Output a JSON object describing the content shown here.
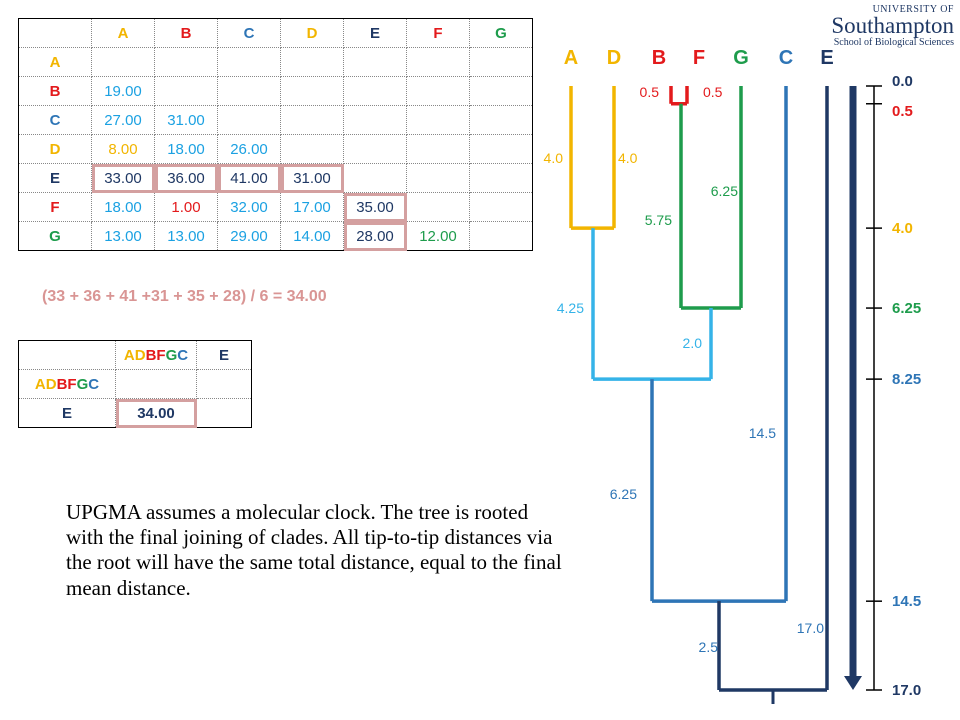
{
  "colors": {
    "A": "#f2b500",
    "B": "#e31a1c",
    "C": "#2e75b6",
    "D": "#f2b500",
    "E": "#1f3864",
    "F": "#e31a1c",
    "G": "#1e9c4c",
    "AD_branch": "#35b3e8",
    "mid_branch": "#2e75b6",
    "highlight": "#d4a0a0",
    "formula": "#d99594"
  },
  "matrix": {
    "headers": [
      "A",
      "B",
      "C",
      "D",
      "E",
      "F",
      "G"
    ],
    "rows": [
      {
        "label": "A",
        "cells": [
          "",
          "",
          "",
          "",
          "",
          "",
          ""
        ]
      },
      {
        "label": "B",
        "cells": [
          "19.00",
          "",
          "",
          "",
          "",
          "",
          ""
        ]
      },
      {
        "label": "C",
        "cells": [
          "27.00",
          "31.00",
          "",
          "",
          "",
          "",
          ""
        ]
      },
      {
        "label": "D",
        "cells": [
          "8.00",
          "18.00",
          "26.00",
          "",
          "",
          "",
          ""
        ]
      },
      {
        "label": "E",
        "cells": [
          "33.00",
          "36.00",
          "41.00",
          "31.00",
          "",
          "",
          ""
        ]
      },
      {
        "label": "F",
        "cells": [
          "18.00",
          "1.00",
          "32.00",
          "17.00",
          "35.00",
          "",
          ""
        ]
      },
      {
        "label": "G",
        "cells": [
          "13.00",
          "13.00",
          "29.00",
          "14.00",
          "28.00",
          "12.00",
          ""
        ]
      }
    ]
  },
  "formula": "(33 + 36 + 41 +31 + 35 + 28) / 6 = 34.00",
  "reduced_matrix": {
    "cluster_label": "ADBFGC",
    "cluster_letters": [
      "A",
      "D",
      "B",
      "F",
      "G",
      "C"
    ],
    "other_label": "E",
    "value": "34.00"
  },
  "note": "UPGMA assumes a molecular clock. The tree is rooted with the final joining of clades. All tip-to-tip distances via the root will have the same total distance, equal to the final mean distance.",
  "logo": {
    "line1": "UNIVERSITY OF",
    "line2": "Southampton",
    "line3": "School of Biological Sciences"
  },
  "tree": {
    "leaf_order": [
      "A",
      "D",
      "B",
      "F",
      "G",
      "C",
      "E"
    ],
    "branch_labels": {
      "A": "4.0",
      "D": "4.0",
      "B": "0.5",
      "F": "0.5",
      "BF": "5.75",
      "G": "6.25",
      "AD": "4.25",
      "BFG": "2.0",
      "C": "14.5",
      "ADBFG": "6.25",
      "ADBFGC": "2.5",
      "E": "17.0"
    },
    "scale_ticks": [
      {
        "label": "0.0",
        "value": 0,
        "color": "#1f3864"
      },
      {
        "label": "0.5",
        "value": 0.5,
        "color": "#e31a1c"
      },
      {
        "label": "4.0",
        "value": 4.0,
        "color": "#f2b500"
      },
      {
        "label": "6.25",
        "value": 6.25,
        "color": "#1e9c4c"
      },
      {
        "label": "8.25",
        "value": 8.25,
        "color": "#2e75b6"
      },
      {
        "label": "14.5",
        "value": 14.5,
        "color": "#2e75b6"
      },
      {
        "label": "17.0",
        "value": 17.0,
        "color": "#1f3864"
      }
    ]
  }
}
